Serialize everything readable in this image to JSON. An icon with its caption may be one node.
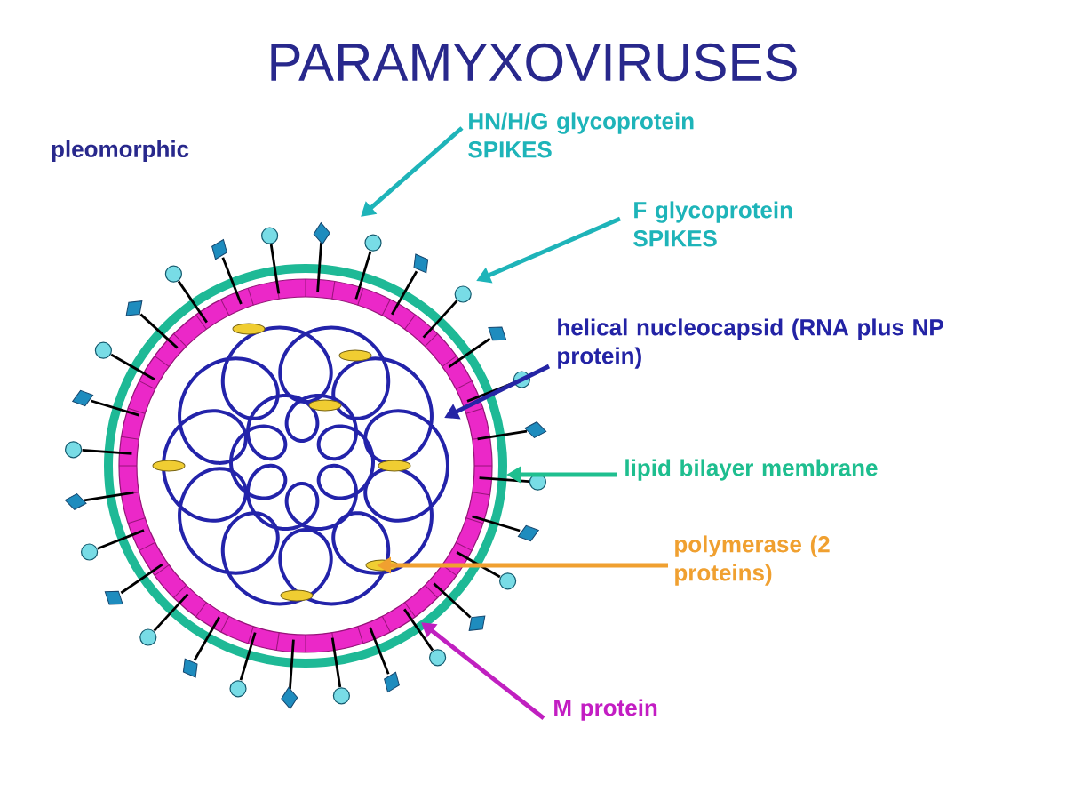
{
  "diagram": {
    "title": "PARAMYXOVIRUSES",
    "nodes": [
      {
        "text": [
          "HN/H/G glycoprotein SPIKES"
        ]
      },
      {
        "text": [
          "F glycoprotein SPIKES"
        ]
      },
      {
        "text": [
          "helical nucleocapsid (RNA plus NP protein)"
        ]
      },
      {
        "text": [
          "lipid bilayer membrane"
        ]
      },
      {
        "text": [
          "polymerase (2 proteins)"
        ]
      },
      {
        "text": [
          "M protein"
        ]
      }
    ],
    "edges": [
      {
        "from": 0,
        "to": null,
        "arrow": "to"
      },
      {
        "from": 1,
        "to": null,
        "arrow": "to"
      },
      {
        "from": 2,
        "to": null,
        "arrow": "to",
        "color": "#2525a5"
      },
      {
        "from": 3,
        "to": null,
        "arrow": "to",
        "color": "#1fbf8f"
      },
      {
        "from": 4,
        "to": null,
        "arrow": "to",
        "color": "#f0a030"
      },
      {
        "from": 5,
        "to": null,
        "arrow": "to",
        "color": "#c020c0"
      }
    ],
    "labels": [
      "pleomorphic"
    ]
  }
}
